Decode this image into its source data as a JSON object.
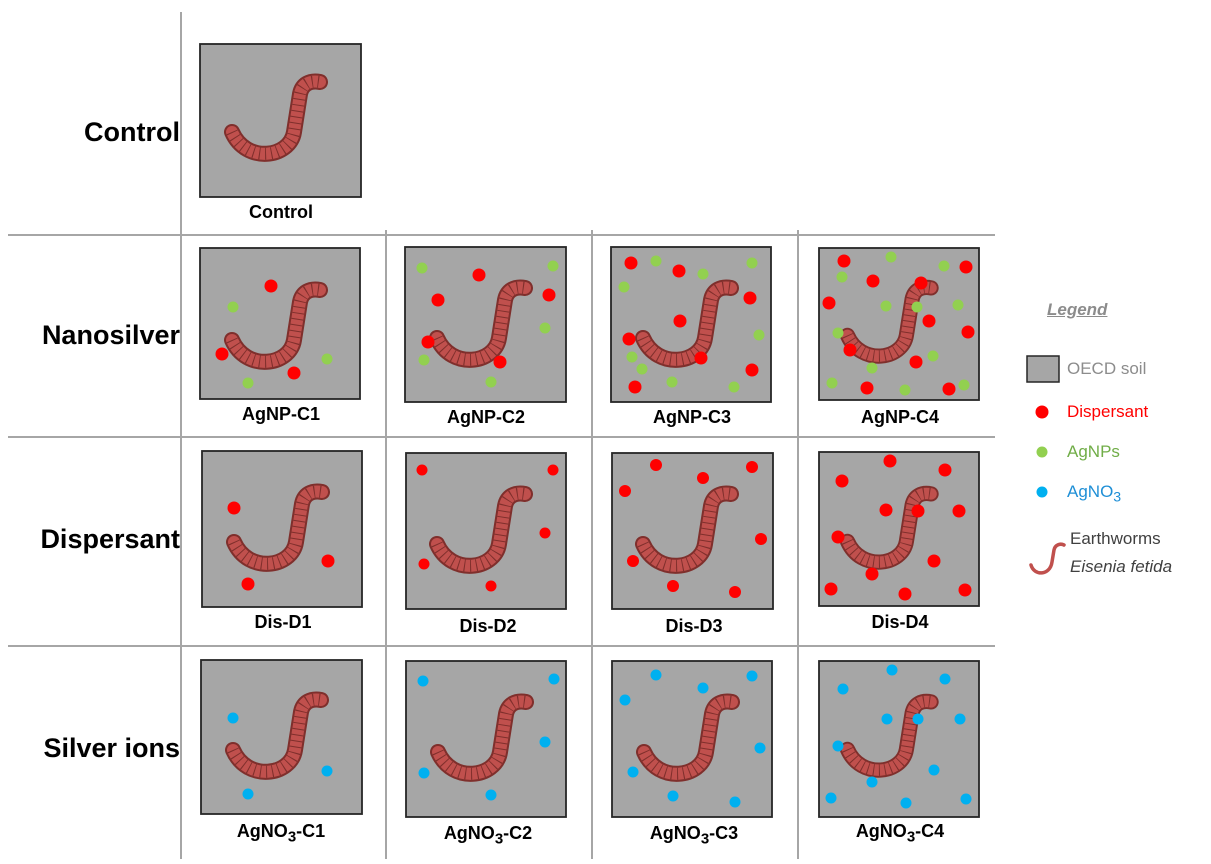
{
  "rows": {
    "control": "Control",
    "nanosilver": "Nanosilver",
    "dispersant": "Dispersant",
    "silver_ions": "Silver ions"
  },
  "captions": {
    "control": "Control",
    "agnp": [
      "AgNP-C1",
      "AgNP-C2",
      "AgNP-C3",
      "AgNP-C4"
    ],
    "dis": [
      "Dis-D1",
      "Dis-D2",
      "Dis-D3",
      "Dis-D4"
    ],
    "agno3_prefix": "AgNO",
    "agno3_sub": "3",
    "agno3_suffix": [
      "-C1",
      "-C2",
      "-C3",
      "-C4"
    ]
  },
  "legend": {
    "title": "Legend",
    "soil": "OECD soil",
    "dispersant": "Dispersant",
    "agnps": "AgNPs",
    "agno3_prefix": "AgNO",
    "agno3_sub": "3",
    "earthworms": "Earthworms",
    "species": "Eisenia fetida"
  },
  "colors": {
    "soil": "#a6a6a6",
    "dispersant": "#ff0000",
    "agnps": "#92d050",
    "agno3": "#00b0f0",
    "worm": "#c0504d",
    "grid": "#a6a6a6"
  }
}
